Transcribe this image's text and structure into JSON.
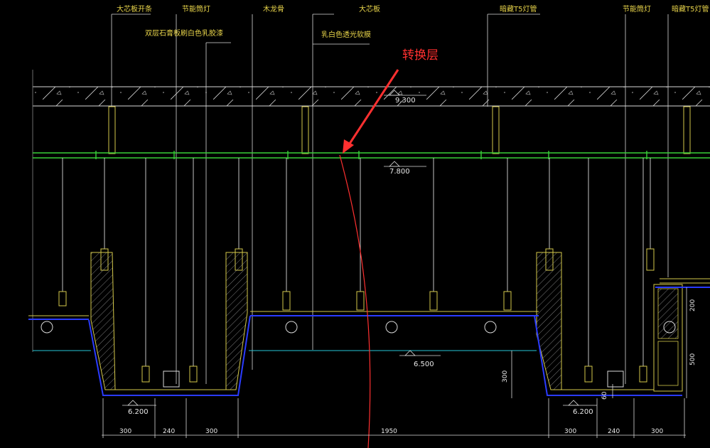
{
  "labels": {
    "top": [
      "大芯板开条",
      "节能筒灯",
      "木龙骨",
      "大芯板",
      "暗藏T5灯管",
      "节能筒灯",
      "暗藏T5灯管"
    ],
    "second": [
      "双层石膏板刷白色乳胶漆",
      "乳白色透光软膜"
    ]
  },
  "callout": {
    "text": "转换层",
    "color": "#ff3030"
  },
  "elevations": {
    "slab": "9.300",
    "transfer": "7.800",
    "ceiling_mid": "6.500",
    "ceiling_left_low": "6.200",
    "ceiling_right_low": "6.200"
  },
  "dimensions": {
    "bottom": [
      "300",
      "240",
      "300",
      "1950",
      "300",
      "240",
      "300"
    ],
    "vertical": [
      "200",
      "500",
      "300",
      "60"
    ]
  },
  "colors": {
    "background": "#000000",
    "structure": "#d4c84a",
    "transfer_layer": "#39d139",
    "ceiling_board": "#2a3bff",
    "membrane": "#26c6d6",
    "text": "#e8d44a",
    "dimension_text": "#e8e8e8"
  }
}
